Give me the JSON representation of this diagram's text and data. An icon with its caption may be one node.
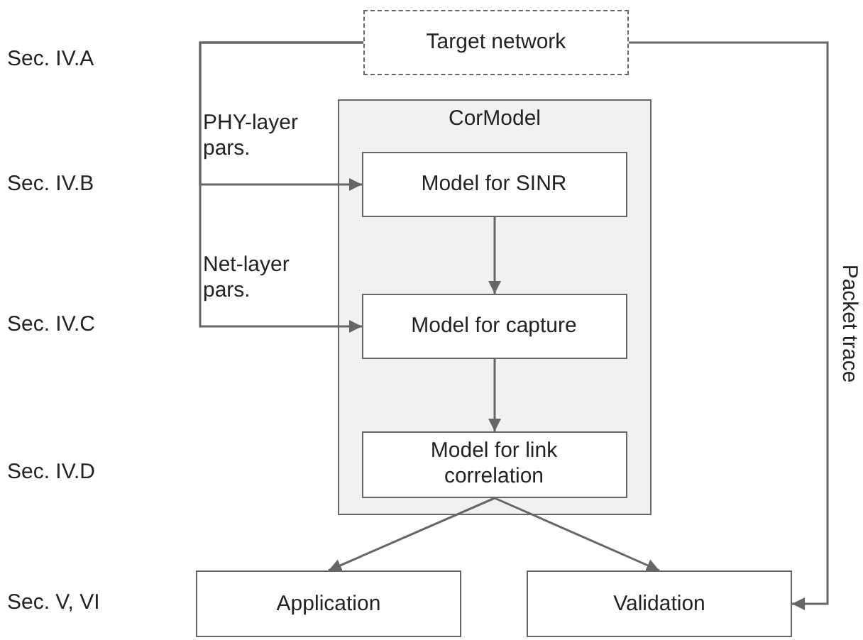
{
  "diagram": {
    "nodes": [
      {
        "text": [
          "Target network"
        ]
      },
      {
        "text": [
          "CorModel"
        ]
      },
      {
        "text": [
          "Model for SINR"
        ],
        "in": 1
      },
      {
        "text": [
          "Model for capture"
        ],
        "in": 1
      },
      {
        "text": [
          "Model for link correlation"
        ],
        "in": 1
      },
      {
        "text": [
          "Application"
        ]
      },
      {
        "text": [
          "Validation"
        ]
      }
    ],
    "edges": [
      {
        "from": 0,
        "to": 2,
        "arrow": "to",
        "label": "PHY-layer pars."
      },
      {
        "from": 0,
        "to": 3,
        "arrow": "to",
        "label": "Net-layer pars."
      },
      {
        "from": 2,
        "to": 3,
        "arrow": "to"
      },
      {
        "from": 3,
        "to": 4,
        "arrow": "to"
      },
      {
        "from": 4,
        "to": 5,
        "arrow": "to"
      },
      {
        "from": 4,
        "to": 6,
        "arrow": "to"
      },
      {
        "from": 0,
        "to": 6,
        "arrow": "to",
        "label": "Packet trace"
      }
    ],
    "labels": [
      "Sec. IV.A",
      "Sec. IV.B",
      "Sec. IV.C",
      "Sec. IV.D",
      "Sec. V, VI"
    ]
  }
}
